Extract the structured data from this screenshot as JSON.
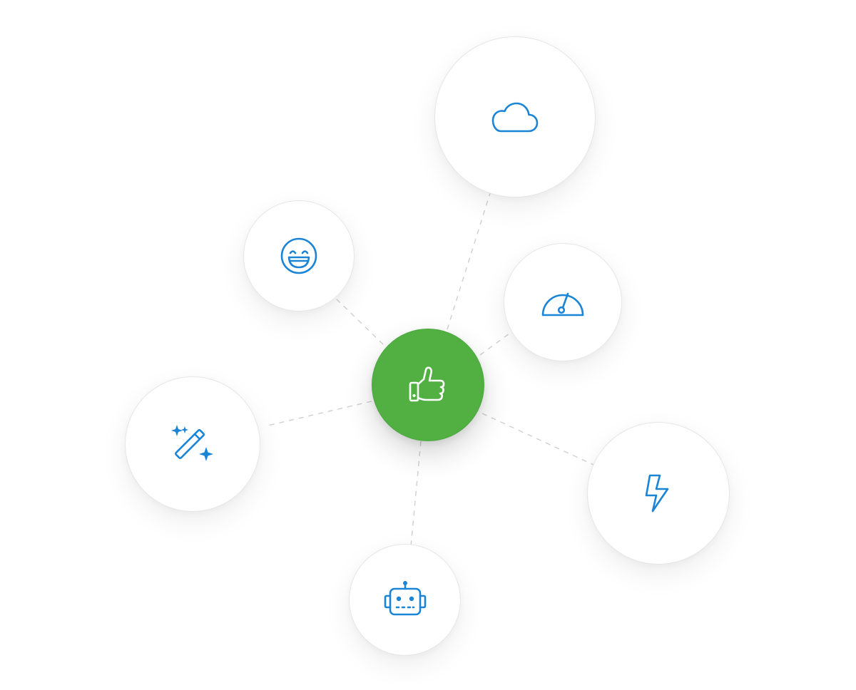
{
  "colors": {
    "accent": "#1a84d6",
    "hub": "#52b043",
    "connector": "#cfcfcf",
    "node_background": "#ffffff"
  },
  "hub": {
    "icon": "thumbs-up-icon"
  },
  "nodes": [
    {
      "id": "cloud",
      "icon": "cloud-icon"
    },
    {
      "id": "smile",
      "icon": "grinning-face-icon"
    },
    {
      "id": "gauge",
      "icon": "speedometer-icon"
    },
    {
      "id": "wand",
      "icon": "magic-wand-icon"
    },
    {
      "id": "bolt",
      "icon": "lightning-bolt-icon"
    },
    {
      "id": "robot",
      "icon": "robot-icon"
    }
  ]
}
